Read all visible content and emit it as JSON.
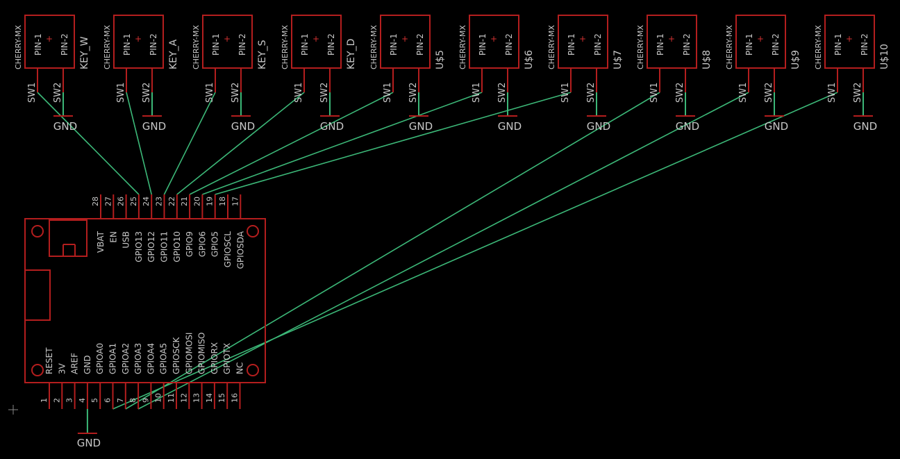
{
  "colors": {
    "background": "#000000",
    "symbol": "#b41e1e",
    "wire": "#3cb878",
    "text": "#c8c8c8",
    "plus": "#d23232"
  },
  "switch": {
    "part_label": "CHERRY-MX",
    "pin1_label": "PIN-1",
    "pin2_label": "PIN-2",
    "plus": "+",
    "sw1_label": "SW1",
    "sw2_label": "SW2",
    "gnd_label": "GND"
  },
  "switches": [
    {
      "name": "KEY_W"
    },
    {
      "name": "KEY_A"
    },
    {
      "name": "KEY_S"
    },
    {
      "name": "KEY_D"
    },
    {
      "name": "U$5"
    },
    {
      "name": "U$6"
    },
    {
      "name": "U$7"
    },
    {
      "name": "U$8"
    },
    {
      "name": "U$9"
    },
    {
      "name": "U$10"
    }
  ],
  "board": {
    "top_pins": [
      {
        "num": "28",
        "label": "VBAT"
      },
      {
        "num": "27",
        "label": "EN"
      },
      {
        "num": "26",
        "label": "USB"
      },
      {
        "num": "25",
        "label": "GPIO13"
      },
      {
        "num": "24",
        "label": "GPIO12"
      },
      {
        "num": "23",
        "label": "GPIO11"
      },
      {
        "num": "22",
        "label": "GPIO10"
      },
      {
        "num": "21",
        "label": "GPIO9"
      },
      {
        "num": "20",
        "label": "GPIO6"
      },
      {
        "num": "19",
        "label": "GPIO5"
      },
      {
        "num": "18",
        "label": "GPIOSCL"
      },
      {
        "num": "17",
        "label": "GPIOSDA"
      }
    ],
    "bottom_pins": [
      {
        "num": "1",
        "label": "RESET"
      },
      {
        "num": "2",
        "label": "3V"
      },
      {
        "num": "3",
        "label": "AREF"
      },
      {
        "num": "4",
        "label": "GND"
      },
      {
        "num": "5",
        "label": "GPIOA0"
      },
      {
        "num": "6",
        "label": "GPIOA1"
      },
      {
        "num": "7",
        "label": "GPIOA2"
      },
      {
        "num": "8",
        "label": "GPIOA3"
      },
      {
        "num": "9",
        "label": "GPIOA4"
      },
      {
        "num": "10",
        "label": "GPIOA5"
      },
      {
        "num": "11",
        "label": "GPIOSCK"
      },
      {
        "num": "12",
        "label": "GPIOMOSI"
      },
      {
        "num": "13",
        "label": "GPIOMISO"
      },
      {
        "num": "14",
        "label": "GPIORX"
      },
      {
        "num": "15",
        "label": "GPIOTX"
      },
      {
        "num": "16",
        "label": "NC"
      }
    ],
    "gnd_label": "GND"
  },
  "connections": [
    {
      "switch": "KEY_W",
      "pin": "25"
    },
    {
      "switch": "KEY_A",
      "pin": "24"
    },
    {
      "switch": "KEY_S",
      "pin": "23"
    },
    {
      "switch": "KEY_D",
      "pin": "22"
    },
    {
      "switch": "U$5",
      "pin": "21"
    },
    {
      "switch": "U$6",
      "pin": "20"
    },
    {
      "switch": "U$7",
      "pin": "19"
    },
    {
      "switch": "U$8",
      "pin": "7"
    },
    {
      "switch": "U$9",
      "pin": "8"
    },
    {
      "switch": "U$10",
      "pin": "6"
    }
  ]
}
